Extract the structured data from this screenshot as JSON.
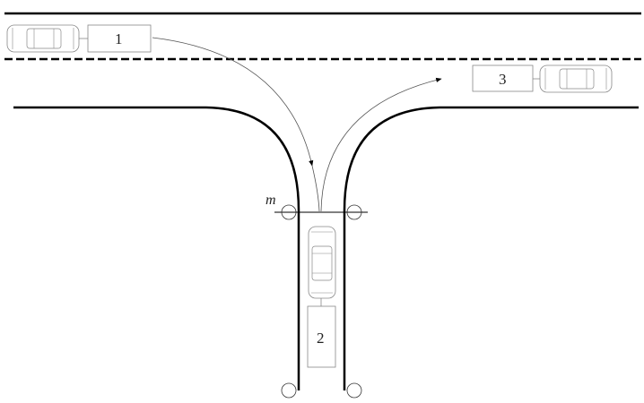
{
  "labels": {
    "vehicle_1": "1",
    "vehicle_2": "2",
    "vehicle_3": "3",
    "line_m": "m"
  },
  "colors": {
    "line": "#000000",
    "thin": "#555555",
    "vehicle": "#777777"
  }
}
